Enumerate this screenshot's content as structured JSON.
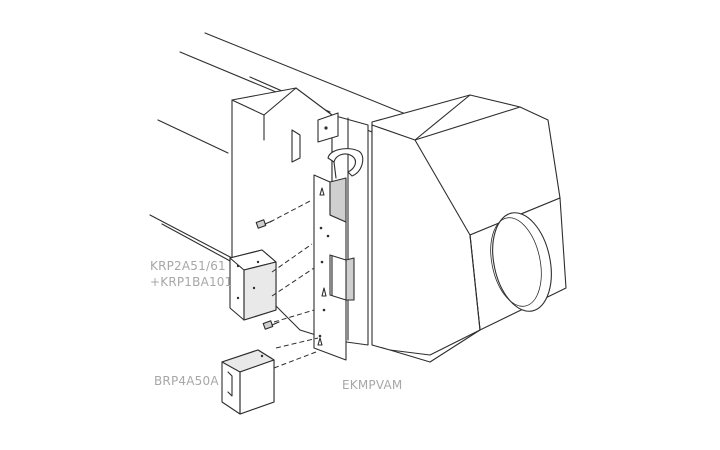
{
  "labels": {
    "krp2a51": "KRP2A51/61",
    "krp1ba101": "+KRP1BA101",
    "brp4a50a": "BRP4A50A",
    "ekmpvam": "EKMPVAM"
  },
  "colors": {
    "line": "#2e2e2e",
    "label": "#a7a7a7",
    "background": "#ffffff"
  }
}
